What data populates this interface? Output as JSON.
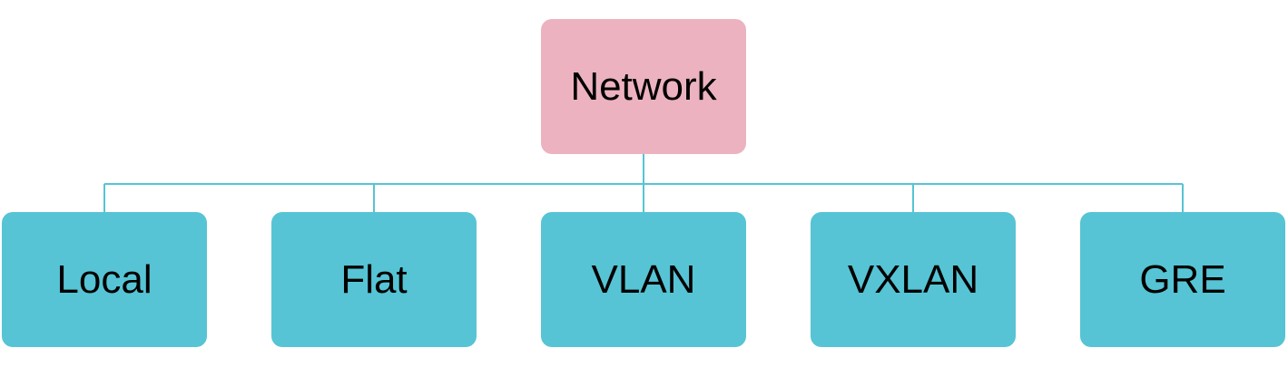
{
  "root": {
    "label": "Network",
    "color": "#ECB2C0"
  },
  "children": [
    {
      "label": "Local"
    },
    {
      "label": "Flat"
    },
    {
      "label": "VLAN"
    },
    {
      "label": "VXLAN"
    },
    {
      "label": "GRE"
    }
  ],
  "colors": {
    "child_fill": "#56C4D4",
    "connector": "#56C4D4",
    "text": "#000000"
  }
}
